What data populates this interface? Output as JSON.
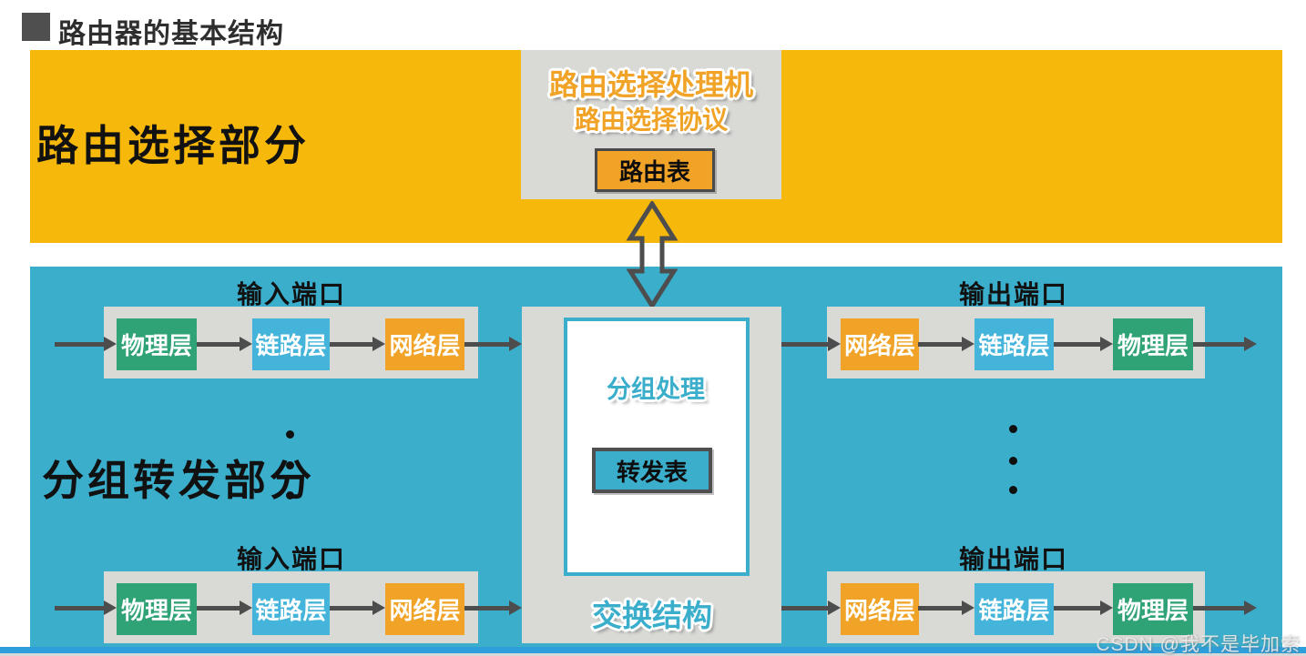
{
  "header": {
    "title": "路由器的基本结构"
  },
  "sections": {
    "routing": {
      "label": "路由选择部分"
    },
    "forwarding": {
      "label": "分组转发部分"
    }
  },
  "processor": {
    "title": "路由选择处理机",
    "subtitle": "路由选择协议",
    "table_button": "路由表"
  },
  "switch_fabric": {
    "processing": "分组处理",
    "table_button": "转发表",
    "label": "交换结构"
  },
  "ports": {
    "input_label": "输入端口",
    "output_label": "输出端口"
  },
  "layers": {
    "physical": "物理层",
    "link": "链路层",
    "network": "网络层"
  },
  "watermark": "CSDN @我不是毕加索",
  "icons": {
    "bidirectional_arrow": "double-headed-vertical-arrow",
    "flow_arrow": "right-arrow"
  },
  "colors": {
    "routing_bg": "#F7B80C",
    "forwarding_bg": "#3AAECB",
    "physical_layer": "#2FA376",
    "link_layer": "#45B4DA",
    "network_layer": "#F0A326",
    "panel_gray": "#D9D9D6",
    "arrow": "#4D4D4D",
    "bottom_strip": "#2F9FDB"
  }
}
